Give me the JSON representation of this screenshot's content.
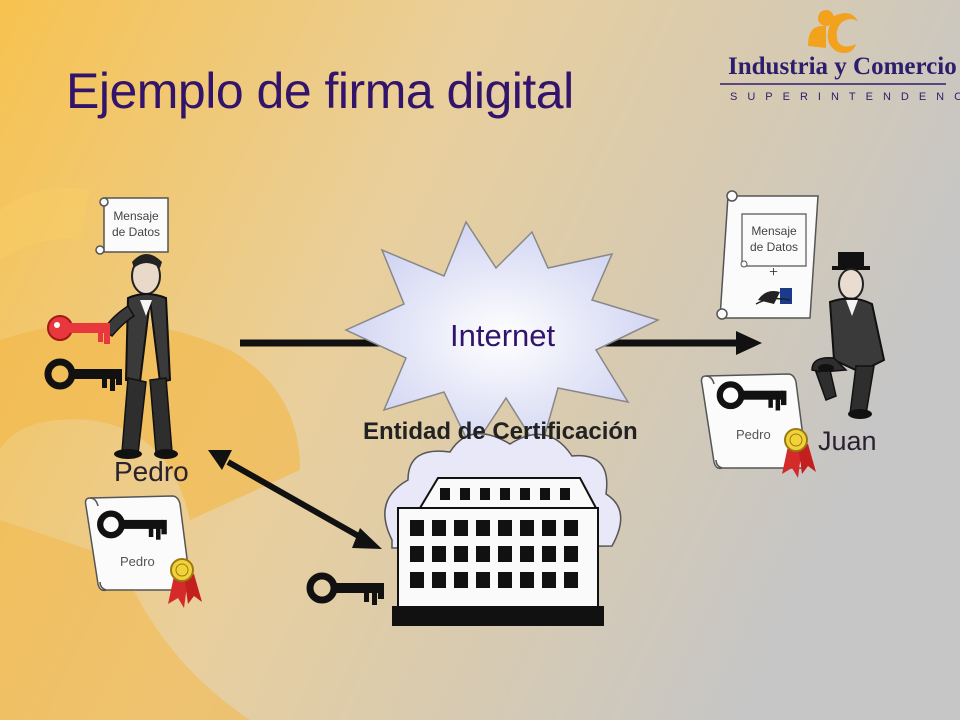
{
  "slide": {
    "title": "Ejemplo de firma digital",
    "logo": {
      "brand": "Industria y Comercio",
      "subtitle": "SUPERINTENDENCIA"
    },
    "sender": {
      "name": "Pedro",
      "message": [
        "Mensaje",
        "de Datos"
      ],
      "certificate_name": "Pedro"
    },
    "receiver": {
      "name": "Juan",
      "message": [
        "Mensaje",
        "de Datos"
      ],
      "plus": "+",
      "certificate_name": "Pedro"
    },
    "network": {
      "label": "Internet"
    },
    "authority": {
      "label": "Entidad de Certificación"
    }
  },
  "colors": {
    "title": "#33146b",
    "background_left": "#f6c04f",
    "background_right": "#c8c8c8",
    "private_key": "#e8383d",
    "seal": "#d42a2a"
  }
}
